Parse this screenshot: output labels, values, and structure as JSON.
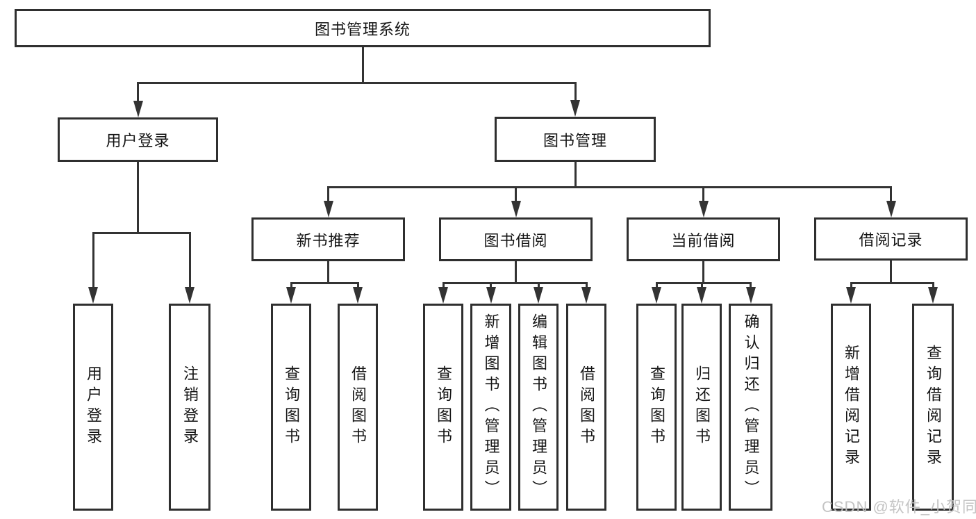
{
  "colors": {
    "line": "#333333",
    "box_border": "#2f2f2f",
    "text": "#151515",
    "watermark": "#c1c1c1",
    "background": "#ffffff"
  },
  "tree": {
    "root": {
      "label": "图书管理系统"
    },
    "branches": [
      {
        "label": "用户登录",
        "children": [
          {
            "label": "用户登录"
          },
          {
            "label": "注销登录"
          }
        ]
      },
      {
        "label": "图书管理",
        "children": [
          {
            "label": "新书推荐",
            "children": [
              {
                "label": "查询图书"
              },
              {
                "label": "借阅图书"
              }
            ]
          },
          {
            "label": "图书借阅",
            "children": [
              {
                "label": "查询图书"
              },
              {
                "label": "新增图书（管理员）"
              },
              {
                "label": "编辑图书（管理员）"
              },
              {
                "label": "借阅图书"
              }
            ]
          },
          {
            "label": "当前借阅",
            "children": [
              {
                "label": "查询图书"
              },
              {
                "label": "归还图书"
              },
              {
                "label": "确认归还（管理员）"
              }
            ]
          },
          {
            "label": "借阅记录",
            "children": [
              {
                "label": "新增借阅记录"
              },
              {
                "label": "查询借阅记录"
              }
            ]
          }
        ]
      }
    ]
  },
  "watermark": "CSDN @软件_小贺同学"
}
